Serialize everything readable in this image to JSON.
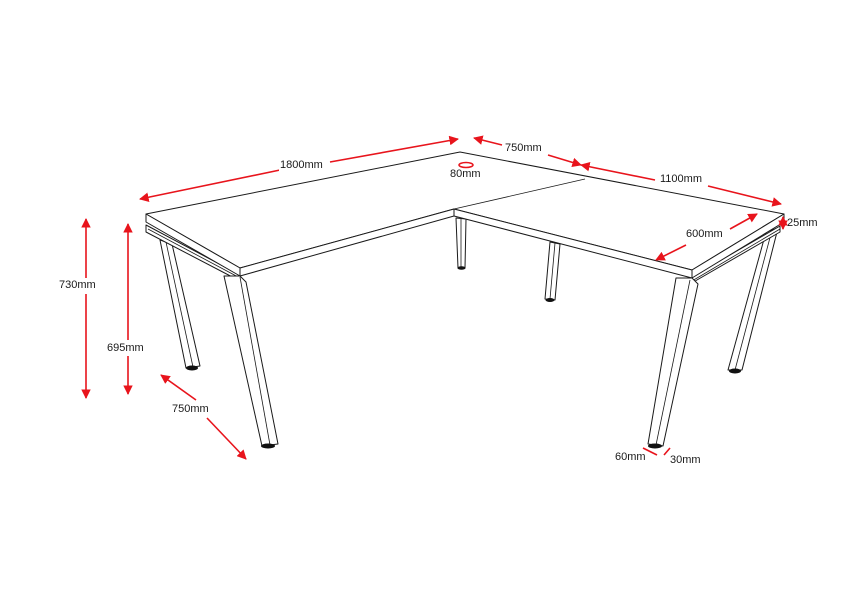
{
  "diagram": {
    "subject": "L-shaped desk with dimensions",
    "colors": {
      "dimension_arrow": "#e8141c",
      "outline": "#1a1a1a",
      "background": "#ffffff"
    },
    "dimensions": {
      "main_length": "1800mm",
      "grommet": "80mm",
      "return_top_depth": "750mm",
      "return_length": "1100mm",
      "return_depth": "600mm",
      "top_thickness": "25mm",
      "overall_height": "730mm",
      "frame_height": "695mm",
      "main_depth": "750mm",
      "leg_width": "60mm",
      "leg_depth": "30mm"
    }
  }
}
